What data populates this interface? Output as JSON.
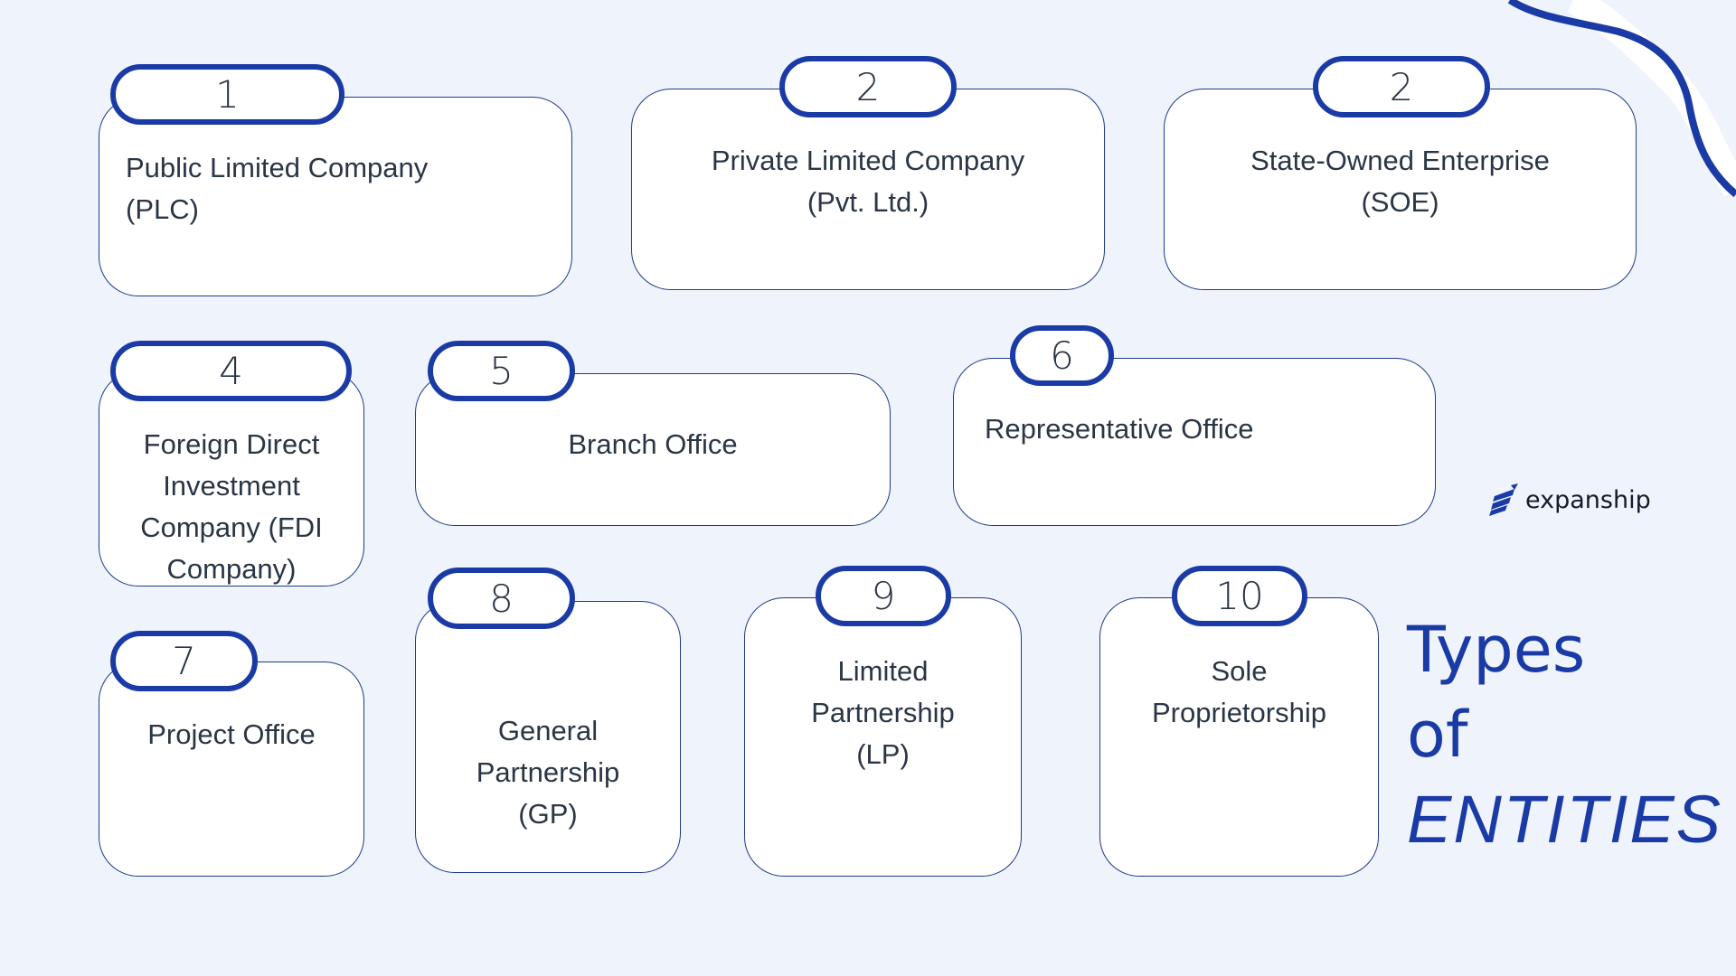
{
  "title": {
    "line1": "Types",
    "line2": "of",
    "line3": "ENTITIES"
  },
  "logo": {
    "icon": "stacked-arrows-logo-icon",
    "text": "expanship"
  },
  "colors": {
    "background": "#eef3fc",
    "accent": "#1a3aa5",
    "card_border": "#1f3a8a",
    "text": "#2a3645"
  },
  "entities": [
    {
      "number": "1",
      "label_lines": [
        "Public Limited Company",
        "(PLC)"
      ]
    },
    {
      "number": "2",
      "label_lines": [
        "Private Limited Company",
        "(Pvt. Ltd.)"
      ]
    },
    {
      "number": "2",
      "label_lines": [
        "State-Owned Enterprise",
        "(SOE)"
      ]
    },
    {
      "number": "4",
      "label_lines": [
        "Foreign Direct",
        "Investment",
        "Company (FDI",
        "Company)"
      ]
    },
    {
      "number": "5",
      "label_lines": [
        "Branch Office"
      ]
    },
    {
      "number": "6",
      "label_lines": [
        "Representative Office"
      ]
    },
    {
      "number": "7",
      "label_lines": [
        "Project Office"
      ]
    },
    {
      "number": "8",
      "label_lines": [
        "General",
        "Partnership",
        "(GP)"
      ]
    },
    {
      "number": "9",
      "label_lines": [
        "Limited",
        "Partnership",
        "(LP)"
      ]
    },
    {
      "number": "10",
      "label_lines": [
        "Sole",
        "Proprietorship"
      ]
    }
  ]
}
